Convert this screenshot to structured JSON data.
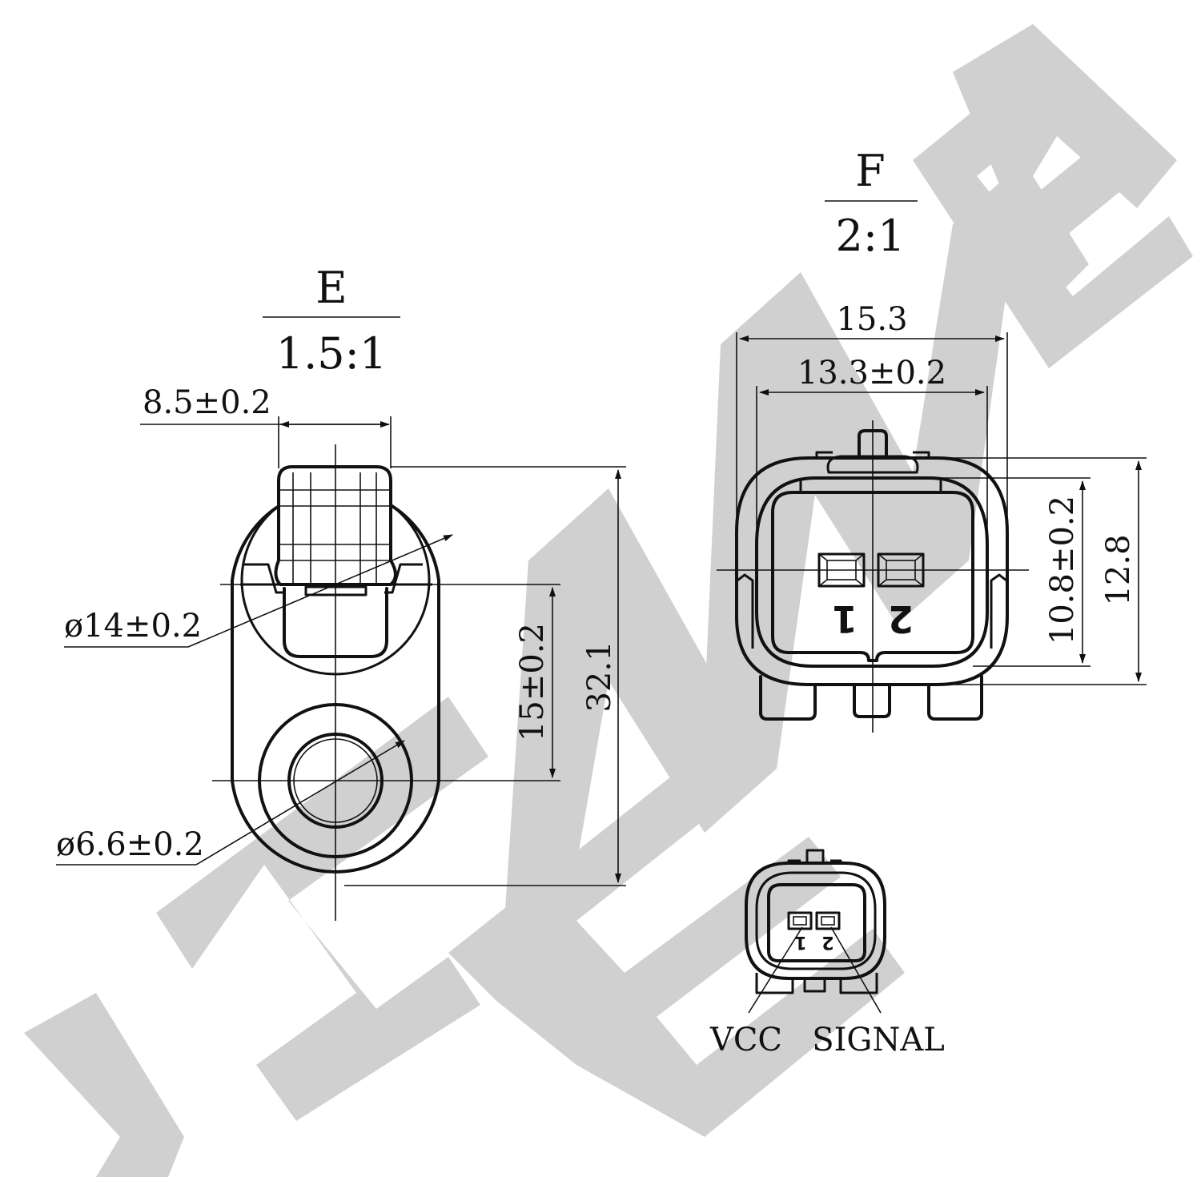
{
  "watermark": {
    "text": "ZENNEK",
    "color": "#d0d0d0"
  },
  "view_e": {
    "name": "E",
    "scale": "1.5:1",
    "dims": {
      "width": "8.5±0.2",
      "big_diameter": "ø14±0.2",
      "small_diameter": "ø6.6±0.2",
      "hole_spacing": "15±0.2",
      "overall_length": "32.1"
    }
  },
  "view_f": {
    "name": "F",
    "scale": "2:1",
    "dims": {
      "overall_width": "15.3",
      "inner_width": "13.3±0.2",
      "inner_height": "10.8±0.2",
      "overall_height": "12.8"
    },
    "pins": [
      "1",
      "2"
    ]
  },
  "pinout": {
    "pins": [
      "1",
      "2"
    ],
    "labels": {
      "pin1": "VCC",
      "pin2": "SIGNAL"
    }
  }
}
